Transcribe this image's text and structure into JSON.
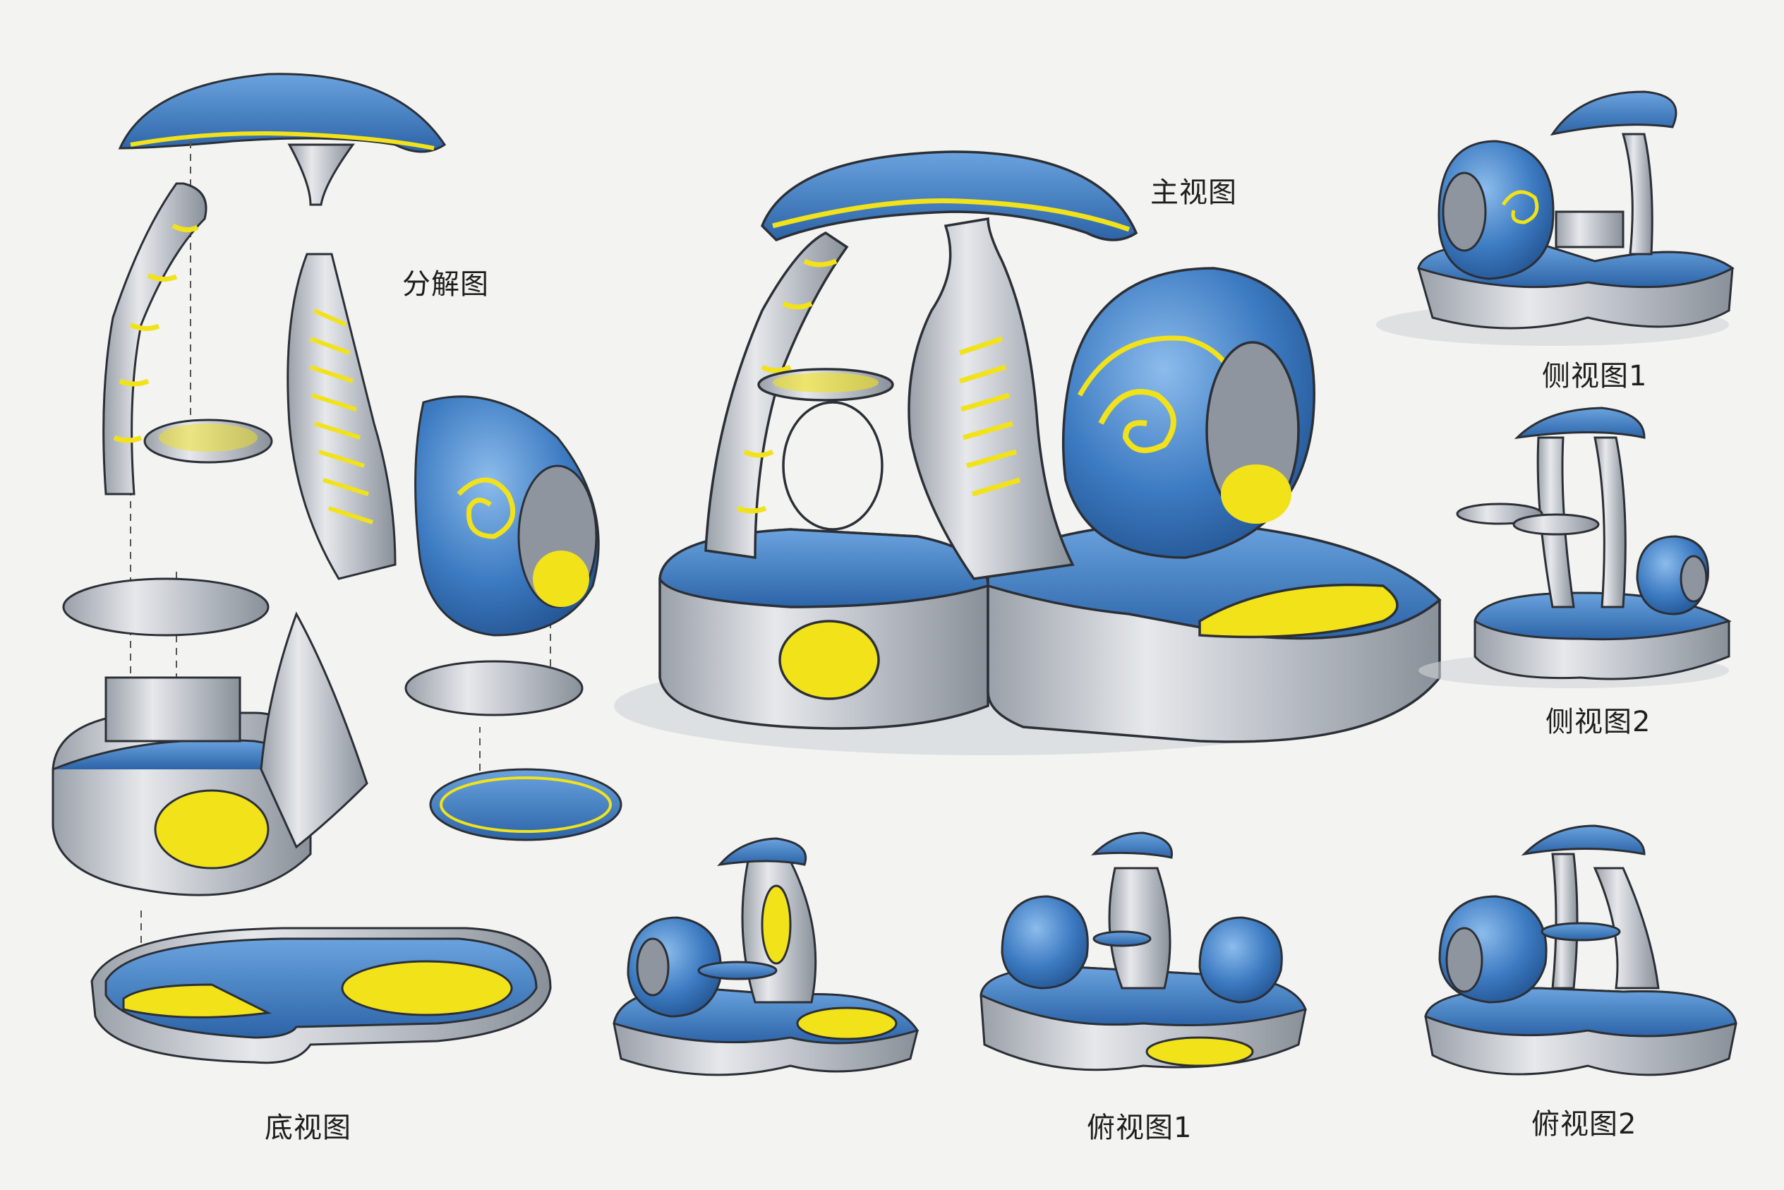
{
  "labels": {
    "exploded": "分解图",
    "front": "主视图",
    "side1": "侧视图1",
    "side2": "侧视图2",
    "bottom": "底视图",
    "top1": "俯视图1",
    "top2": "俯视图2"
  },
  "colors": {
    "background": "#f3f3f1",
    "blue": "#3f7fc6",
    "blue_dark": "#2a5f9e",
    "yellow": "#f2e21a",
    "silver": "#c7cbd2",
    "silver_dark": "#8d939c",
    "outline": "#2b2f36"
  }
}
